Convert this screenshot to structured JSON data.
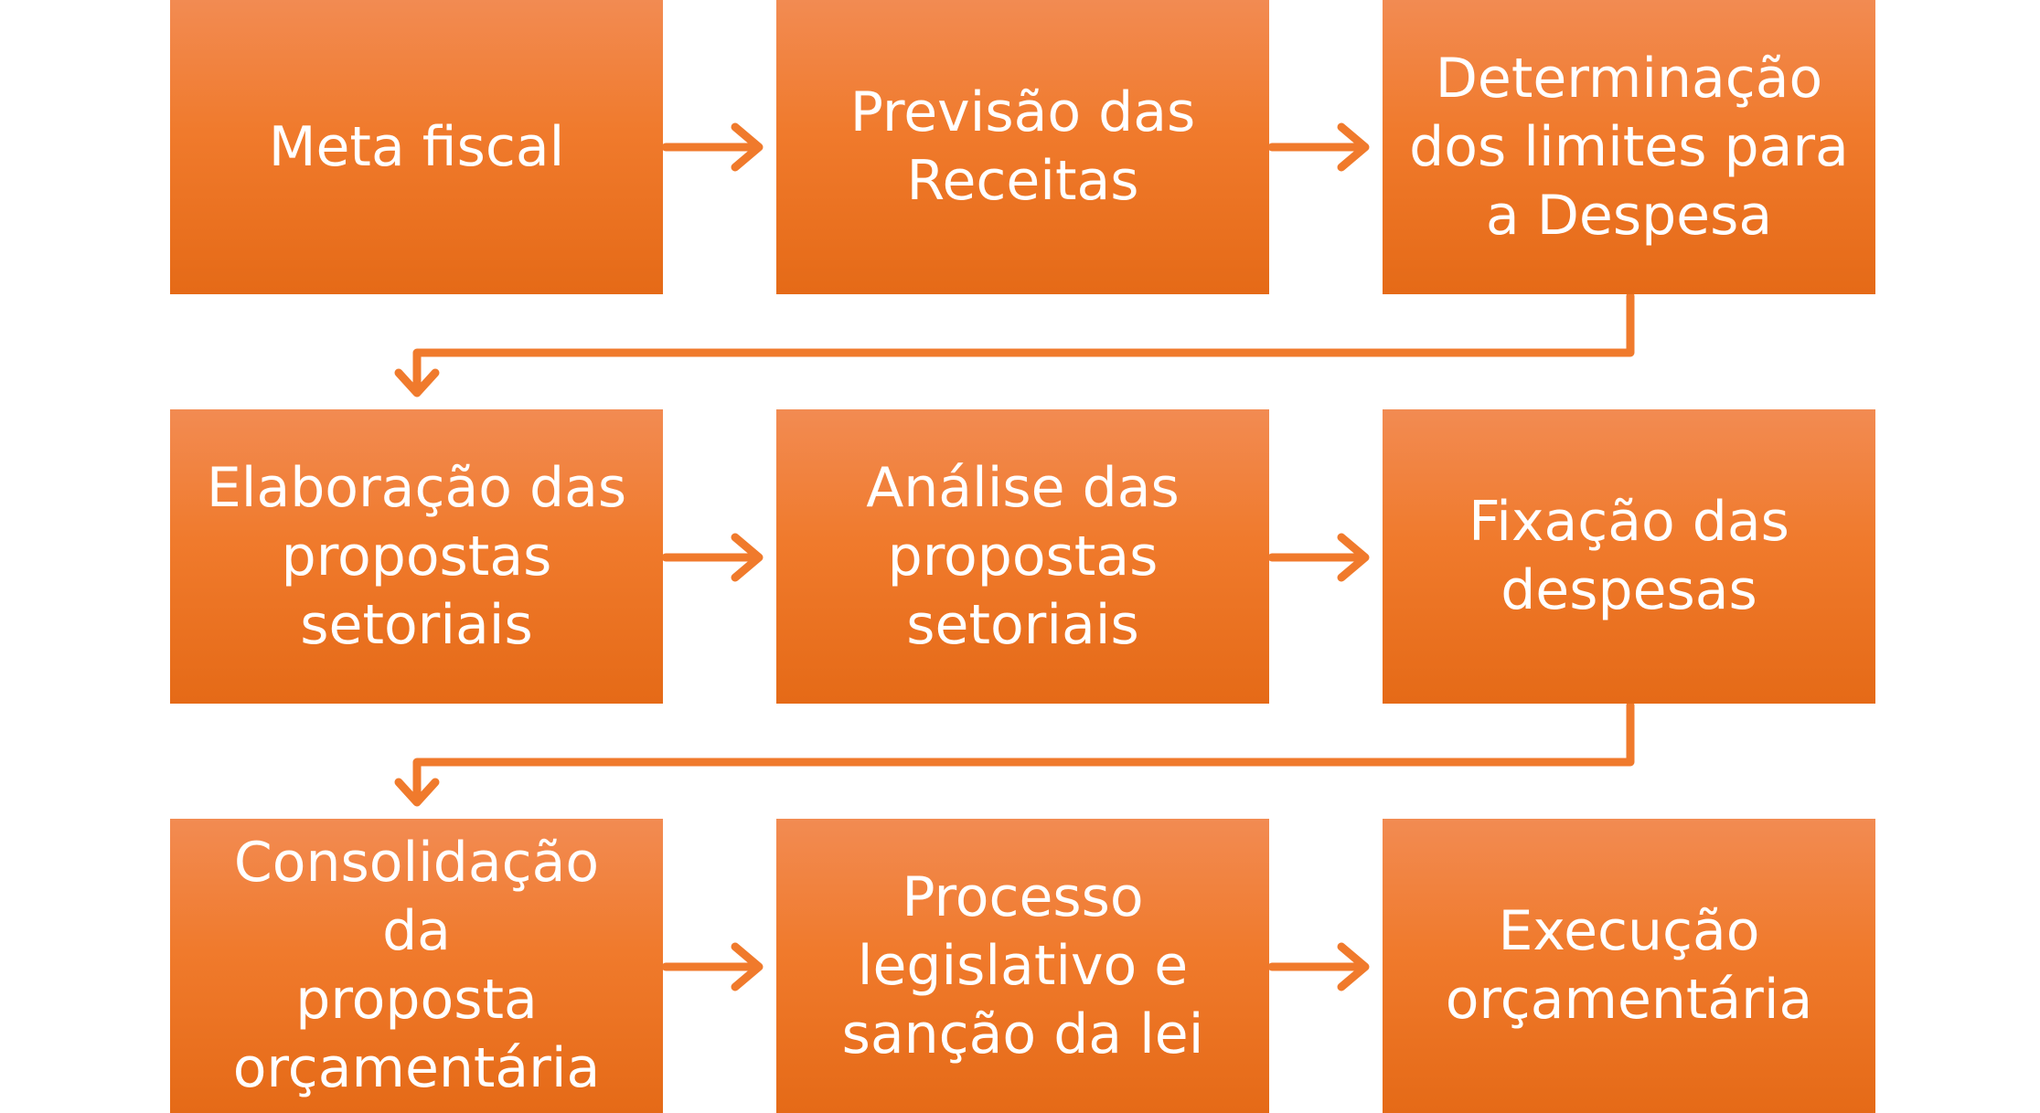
{
  "colors": {
    "box_top": "#f28b52",
    "box_bottom": "#e56a17",
    "arrow": "#f07a2c",
    "text": "#ffffff"
  },
  "steps": [
    "Meta fiscal",
    "Previsão das\nReceitas",
    "Determinação\ndos limites para\na Despesa",
    "Elaboração das\npropostas\nsetoriais",
    "Análise das\npropostas\nsetoriais",
    "Fixação das\ndespesas",
    "Consolidação da\nproposta\norçamentária",
    "Processo\nlegislativo e\nsanção da lei",
    "Execução\norçamentária"
  ]
}
